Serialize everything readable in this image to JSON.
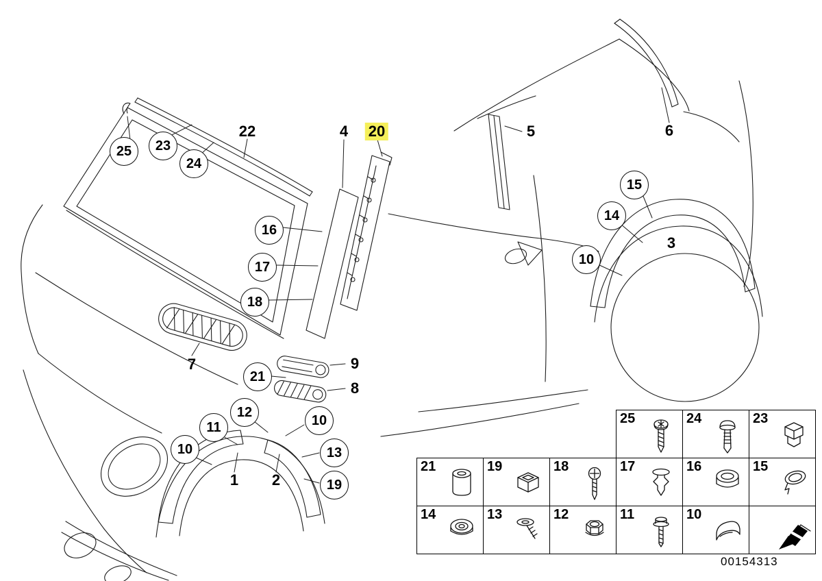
{
  "diagram": {
    "description": "Exterior trim / mounted parts exploded diagram",
    "document_number": "00154313",
    "highlight_color": "#f5ef5a",
    "part_labels": [
      {
        "label": "22"
      },
      {
        "label": "4"
      },
      {
        "label": "20",
        "highlighted": true
      },
      {
        "label": "5"
      },
      {
        "label": "6"
      },
      {
        "label": "3"
      },
      {
        "label": "7"
      },
      {
        "label": "9"
      },
      {
        "label": "8"
      },
      {
        "label": "1"
      },
      {
        "label": "2"
      }
    ],
    "fastener_callouts": [
      "25",
      "23",
      "24",
      "16",
      "17",
      "18",
      "15",
      "14",
      "10",
      "21",
      "12",
      "11",
      "10",
      "10",
      "13",
      "19"
    ],
    "legend": {
      "rows": [
        {
          "cells": [
            {
              "num": "25",
              "icon": "torx-screw"
            },
            {
              "num": "24",
              "icon": "expanding-rivet"
            },
            {
              "num": "23",
              "icon": "clamp-clip"
            }
          ]
        },
        {
          "cells": [
            {
              "num": "21",
              "icon": "spacer-sleeve"
            },
            {
              "num": "19",
              "icon": "cage-clip"
            },
            {
              "num": "18",
              "icon": "phillips-screw"
            },
            {
              "num": "17",
              "icon": "expansion-clip"
            },
            {
              "num": "16",
              "icon": "oval-grommet"
            },
            {
              "num": "15",
              "icon": "cap-clip"
            }
          ]
        },
        {
          "cells": [
            {
              "num": "14",
              "icon": "round-grommet"
            },
            {
              "num": "13",
              "icon": "push-pin"
            },
            {
              "num": "12",
              "icon": "hex-nut"
            },
            {
              "num": "11",
              "icon": "hex-bolt"
            },
            {
              "num": "10",
              "icon": "cover-cap"
            },
            {
              "num": "",
              "icon": "continuation-arrow"
            }
          ]
        }
      ]
    }
  }
}
